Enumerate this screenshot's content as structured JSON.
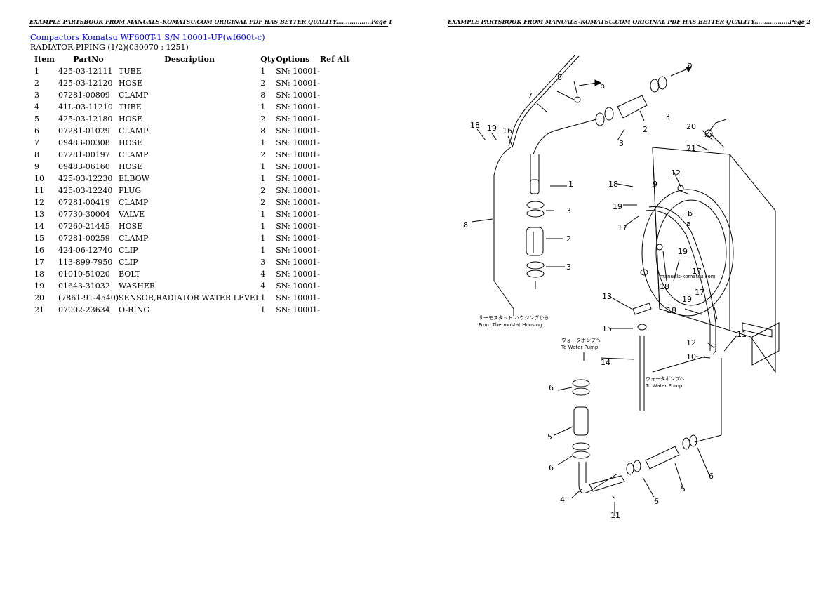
{
  "header": {
    "page1": "EXAMPLE PARTSBOOK FROM MANUALS-KOMATSU.COM ORIGINAL PDF HAS BETTER QUALITY..................Page 1",
    "page2": "EXAMPLE PARTSBOOK FROM MANUALS-KOMATSU.COM ORIGINAL PDF HAS BETTER QUALITY..................Page 2"
  },
  "breadcrumb": {
    "category": "Compactors Komatsu",
    "model": "WF600T-1 S/N 10001-UP(wf600t-c)"
  },
  "subtitle": "RADIATOR PIPING (1/2)(030070 : 1251)",
  "table": {
    "headers": {
      "item": "Item",
      "partno": "PartNo",
      "description": "Description",
      "qty": "Qty",
      "options": "Options",
      "refalt": "Ref Alt"
    },
    "rows": [
      {
        "item": "1",
        "partno": "425-03-12111",
        "description": "TUBE",
        "qty": "1",
        "options": "SN: 10001-"
      },
      {
        "item": "2",
        "partno": "425-03-12120",
        "description": "HOSE",
        "qty": "2",
        "options": "SN: 10001-"
      },
      {
        "item": "3",
        "partno": "07281-00809",
        "description": "CLAMP",
        "qty": "8",
        "options": "SN: 10001-"
      },
      {
        "item": "4",
        "partno": "41L-03-11210",
        "description": "TUBE",
        "qty": "1",
        "options": "SN: 10001-"
      },
      {
        "item": "5",
        "partno": "425-03-12180",
        "description": "HOSE",
        "qty": "2",
        "options": "SN: 10001-"
      },
      {
        "item": "6",
        "partno": "07281-01029",
        "description": "CLAMP",
        "qty": "8",
        "options": "SN: 10001-"
      },
      {
        "item": "7",
        "partno": "09483-00308",
        "description": "HOSE",
        "qty": "1",
        "options": "SN: 10001-"
      },
      {
        "item": "8",
        "partno": "07281-00197",
        "description": "CLAMP",
        "qty": "2",
        "options": "SN: 10001-"
      },
      {
        "item": "9",
        "partno": "09483-06160",
        "description": "HOSE",
        "qty": "1",
        "options": "SN: 10001-"
      },
      {
        "item": "10",
        "partno": "425-03-12230",
        "description": "ELBOW",
        "qty": "1",
        "options": "SN: 10001-"
      },
      {
        "item": "11",
        "partno": "425-03-12240",
        "description": "PLUG",
        "qty": "2",
        "options": "SN: 10001-"
      },
      {
        "item": "12",
        "partno": "07281-00419",
        "description": "CLAMP",
        "qty": "2",
        "options": "SN: 10001-"
      },
      {
        "item": "13",
        "partno": "07730-30004",
        "description": "VALVE",
        "qty": "1",
        "options": "SN: 10001-"
      },
      {
        "item": "14",
        "partno": "07260-21445",
        "description": "HOSE",
        "qty": "1",
        "options": "SN: 10001-"
      },
      {
        "item": "15",
        "partno": "07281-00259",
        "description": "CLAMP",
        "qty": "1",
        "options": "SN: 10001-"
      },
      {
        "item": "16",
        "partno": "424-06-12740",
        "description": "CLIP",
        "qty": "1",
        "options": "SN: 10001-"
      },
      {
        "item": "17",
        "partno": "113-899-7950",
        "description": "CLIP",
        "qty": "3",
        "options": "SN: 10001-"
      },
      {
        "item": "18",
        "partno": "01010-51020",
        "description": "BOLT",
        "qty": "4",
        "options": "SN: 10001-"
      },
      {
        "item": "19",
        "partno": "01643-31032",
        "description": "WASHER",
        "qty": "4",
        "options": "SN: 10001-"
      },
      {
        "item": "20",
        "partno": "(7861-91-4540)",
        "description": "SENSOR,RADIATOR WATER LEVEL",
        "qty": "1",
        "options": "SN: 10001-"
      },
      {
        "item": "21",
        "partno": "07002-23634",
        "description": "O-RING",
        "qty": "1",
        "options": "SN: 10001-"
      }
    ]
  },
  "diagram": {
    "callouts": [
      "1",
      "2",
      "3",
      "4",
      "5",
      "6",
      "7",
      "8",
      "9",
      "10",
      "11",
      "12",
      "13",
      "14",
      "15",
      "16",
      "17",
      "18",
      "19",
      "20",
      "21",
      "a",
      "b"
    ],
    "notes": {
      "thermostat_jp": "サーモスタット ハウジングから",
      "thermostat_en": "From Thermostat Housing",
      "waterpump1_jp": "ウォータポンプへ",
      "waterpump1_en": "To Water Pump",
      "waterpump2_jp": "ウォータポンプへ",
      "waterpump2_en": "To Water Pump",
      "watermark": "manuals-komatsu.com"
    }
  }
}
